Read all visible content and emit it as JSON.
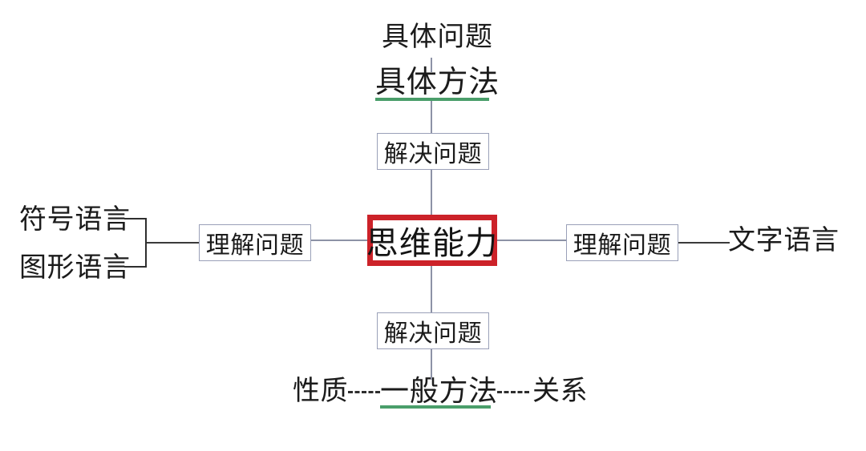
{
  "diagram": {
    "title": "思维能力",
    "background_color": "#ffffff",
    "accent_colors": {
      "center_border": "#cc2229",
      "box_border": "#9aa0b8",
      "connector": "#8d92a6",
      "connector_dark": "#2e2e2e",
      "emphasis_underline": "#4a9e6a"
    },
    "center": {
      "label": "思维能力"
    },
    "top_branch": {
      "problem_label": "具体问题",
      "method_label": "具体方法",
      "action_box": "解决问题"
    },
    "bottom_branch": {
      "action_box": "解决问题",
      "left_label": "性质",
      "method_label": "一般方法",
      "right_label": "关系"
    },
    "left_branch": {
      "action_box": "理解问题",
      "sources": [
        {
          "label": "符号语言"
        },
        {
          "label": "图形语言"
        }
      ]
    },
    "right_branch": {
      "action_box": "理解问题",
      "source": "文字语言"
    }
  }
}
